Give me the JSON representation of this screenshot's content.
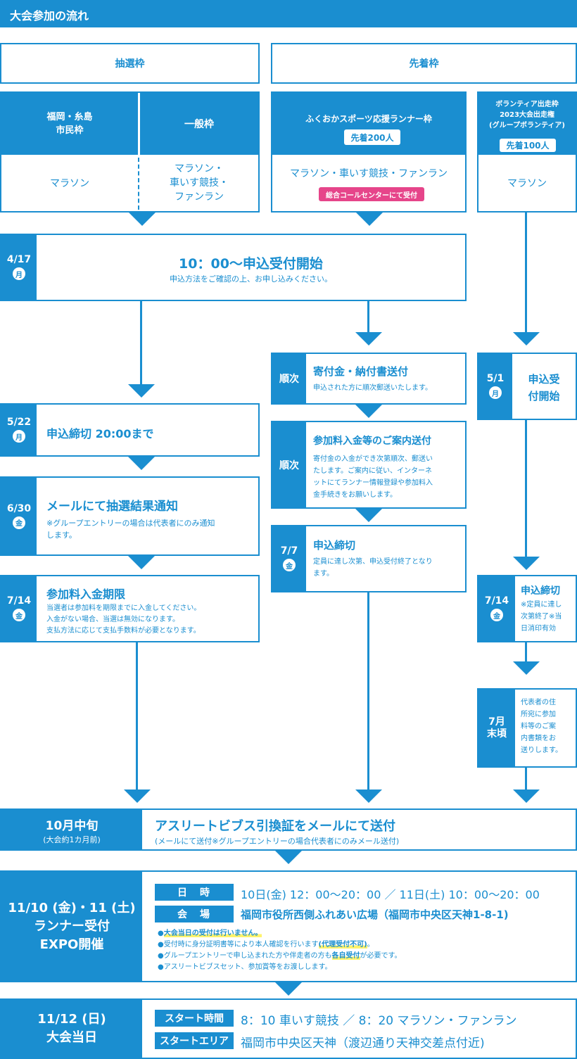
{
  "header": {
    "title": "大会参加の流れ"
  },
  "categories": {
    "lottery": "抽選枠",
    "first_come": "先着枠"
  },
  "top": {
    "fukuoka_itoshima": "福岡・糸島\n市民枠",
    "general": "一般枠",
    "fukuoka_itoshima_events": "マラソン",
    "general_events": "マラソン・\n車いす競技・\nファンラン",
    "sports_runner": "ふくおかスポーツ応援ランナー枠",
    "sports_runner_quota": "先着200人",
    "sports_runner_events": "マラソン・車いす競技・ファンラン",
    "sports_runner_note": "総合コールセンターにて受付",
    "volunteer": "ボランティア出走枠\n2023大会出走権\n(グループボランティア)",
    "volunteer_quota": "先着100人",
    "volunteer_events": "マラソン"
  },
  "open": {
    "date": "4/17",
    "day": "月",
    "title": "10：00〜申込受付開始",
    "desc": "申込方法をご確認の上、お申し込みください。"
  },
  "lottery_steps": [
    {
      "date": "5/22",
      "day": "月",
      "title": "申込締切 20:00まで",
      "desc": ""
    },
    {
      "date": "6/30",
      "day": "金",
      "title": "メールにて抽選結果通知",
      "desc": "※グループエントリーの場合は代表者にのみ通知\nします。"
    },
    {
      "date": "7/14",
      "day": "金",
      "title": "参加料入金期限",
      "desc": "当選者は参加料を期限までに入金してください。\n入金がない場合、当選は無効になります。\n支払方法に応じて支払手数料が必要となります。"
    }
  ],
  "first_steps": [
    {
      "label": "順次",
      "title": "寄付金・納付書送付",
      "desc": "申込された方に順次郵送いたします。"
    },
    {
      "label": "順次",
      "title": "参加料入金等のご案内送付",
      "desc": "寄付金の入金ができ次第順次、郵送い\nたします。ご案内に従い、インターネ\nットにてランナー情報登録や参加料入\n金手続きをお願いします。"
    },
    {
      "date": "7/7",
      "day": "金",
      "title": "申込締切",
      "desc": "定員に達し次第、申込受付終了となり\nます。"
    }
  ],
  "volunteer_steps": [
    {
      "date": "5/1",
      "day": "月",
      "title": "申込受\n付開始"
    },
    {
      "date": "7/14",
      "day": "金",
      "title": "申込締切",
      "desc": "※定員に達し\n次第終了※当\n日消印有効"
    },
    {
      "date": "7月\n末頃",
      "desc": "代表者の住\n所宛に参加\n料等のご案\n内書類をお\n送りします。"
    }
  ],
  "bibs": {
    "when": "10月中旬",
    "when_sub": "(大会約1カ月前)",
    "title": "アスリートビブス引換証をメールにて送付",
    "desc": "(メールにて送付※グループエントリーの場合代表者にのみメール送付)"
  },
  "expo": {
    "when": "11/10 (金)・11 (土)\nランナー受付\nEXPO開催",
    "datetime_label": "日　時",
    "datetime": "10日(金) 12：00〜20：00 ／ 11日(土) 10：00〜20：00",
    "venue_label": "会　場",
    "venue": "福岡市役所西側ふれあい広場（福岡市中央区天神1-8-1)",
    "notes": [
      {
        "pre": "",
        "hl": "大会当日の受付は行いません。",
        "post": ""
      },
      {
        "pre": "受付時に身分証明書等により本人確認を行います",
        "hl": "(代理受付不可)",
        "post": "。"
      },
      {
        "pre": "グループエントリーで申し込まれた方や伴走者の方も",
        "hl": "各自受付",
        "post": "が必要です。"
      },
      {
        "pre": "アスリートビブスセット、参加賞等をお渡しします。",
        "hl": "",
        "post": ""
      }
    ]
  },
  "race": {
    "when": "11/12 (日)\n大会当日",
    "start_label": "スタート時間",
    "start": "8：10 車いす競技 ／ 8：20 マラソン・ファンラン",
    "area_label": "スタートエリア",
    "area": "福岡市中央区天神（渡辺通り天神交差点付近)"
  },
  "colors": {
    "blue": "#1a8ed0",
    "pink": "#e6458a",
    "highlight": "#fff36b"
  }
}
